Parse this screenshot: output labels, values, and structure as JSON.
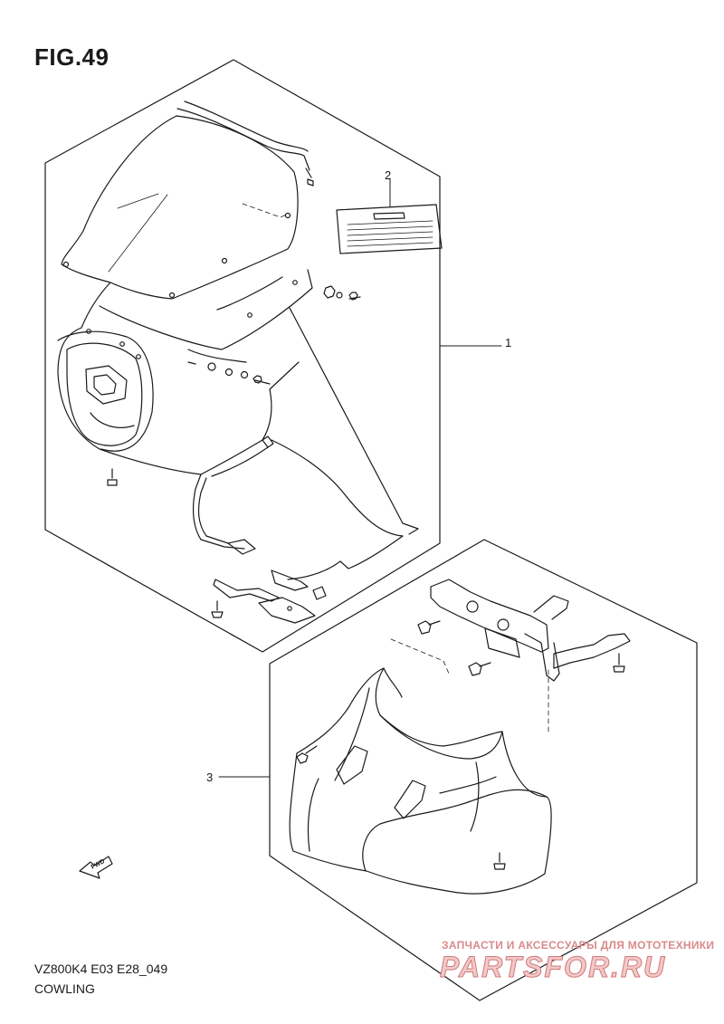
{
  "figure": {
    "title": "FIG.49"
  },
  "labels": {
    "part1": "1",
    "part2": "2",
    "part3": "3",
    "fwd": "FWD"
  },
  "footer": {
    "model_code": "VZ800K4  E03  E28_049",
    "caption": "COWLING"
  },
  "watermark": {
    "tagline": "ЗАПЧАСТИ И АКСЕССУАРЫ ДЛЯ МОТОТЕХНИКИ",
    "brand": "PARTSFOR.RU"
  },
  "colors": {
    "line": "#1a1a1a",
    "watermark": "#d07a7a"
  }
}
